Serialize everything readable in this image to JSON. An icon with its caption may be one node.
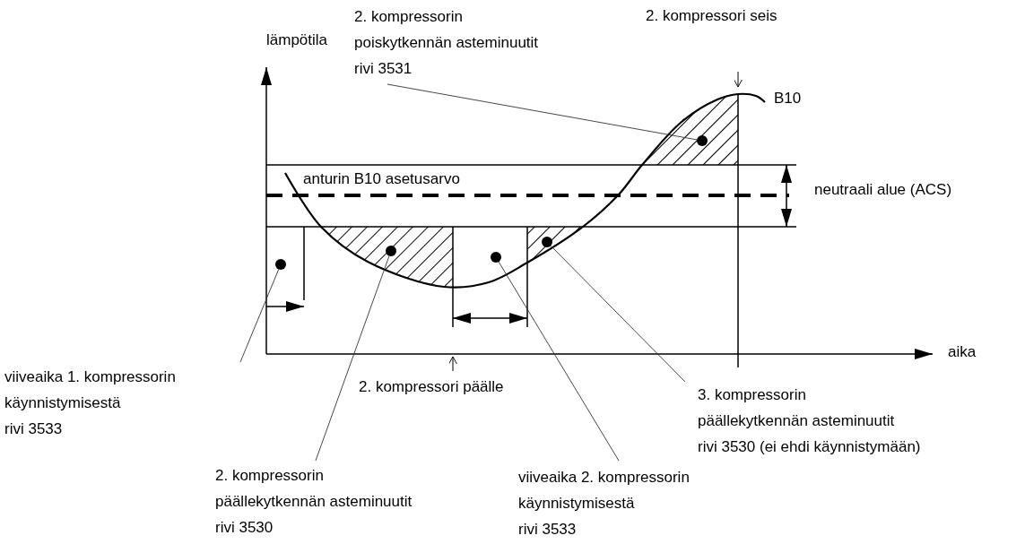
{
  "diagram": {
    "nodes": [
      {
        "text": [
          "2. kompressorin poiskytkennän asteminuutit rivi 3531"
        ]
      },
      {
        "text": [],
        "shape": "circle"
      },
      {
        "text": [],
        "shape": "circle"
      },
      {
        "text": [],
        "shape": "circle"
      },
      {
        "text": [],
        "shape": "circle"
      },
      {
        "text": [],
        "shape": "circle"
      },
      {
        "text": [
          "viiveaika 1. kompressorin käynnistymisestä rivi 3533"
        ]
      },
      {
        "text": [
          "3. kompressorin päällekytkennän asteminuutit rivi 3530 (ei ehdi käynnistymään)"
        ]
      },
      {
        "text": [
          "2. kompressorin päällekytkennän asteminuutit rivi 3530"
        ]
      },
      {
        "text": [
          "viiveaika 2. kompressorin käynnistymisestä rivi 3533"
        ]
      }
    ],
    "edges": [
      {
        "from": 0,
        "to": 5,
        "arrow": "none"
      },
      {
        "from": 6,
        "to": 1,
        "arrow": "none"
      },
      {
        "from": 8,
        "to": 2,
        "arrow": "none"
      },
      {
        "from": 9,
        "to": 3,
        "arrow": "none"
      },
      {
        "from": 7,
        "to": 4,
        "arrow": "none"
      }
    ],
    "labels": [
      "2. kompressori seis",
      "lämpötila",
      "B10",
      "anturin B10 asetusarvo",
      "neutraali alue (ACS)",
      "aika",
      "2. kompressori päälle"
    ]
  }
}
